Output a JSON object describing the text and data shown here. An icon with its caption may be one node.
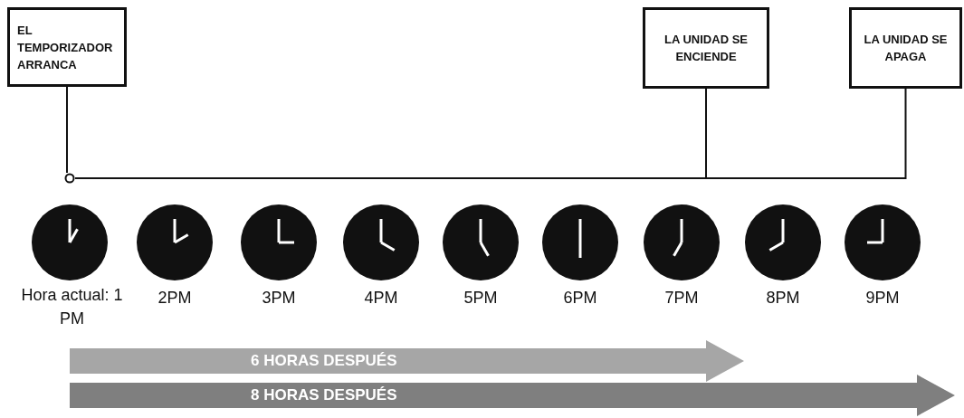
{
  "diagram": {
    "nodes": [
      {
        "text": [
          "EL TEMPORIZADOR ARRANCA"
        ]
      },
      {
        "text": [
          "LA UNIDAD SE ENCIENDE"
        ]
      },
      {
        "text": [
          "LA UNIDAD SE APAGA"
        ]
      },
      {
        "text": [],
        "shape": "circle"
      },
      {
        "text": [],
        "shape": "picture",
        "beside": [
          "Hora actual: 1 PM"
        ]
      },
      {
        "text": [],
        "shape": "picture",
        "beside": [
          "2PM"
        ]
      },
      {
        "text": [],
        "shape": "picture",
        "beside": [
          "3PM"
        ]
      },
      {
        "text": [],
        "shape": "picture",
        "beside": [
          "4PM"
        ]
      },
      {
        "text": [],
        "shape": "picture",
        "beside": [
          "5PM"
        ]
      },
      {
        "text": [],
        "shape": "picture",
        "beside": [
          "6PM"
        ]
      },
      {
        "text": [],
        "shape": "picture",
        "beside": [
          "7PM"
        ]
      },
      {
        "text": [],
        "shape": "picture",
        "beside": [
          "8PM"
        ]
      },
      {
        "text": [],
        "shape": "picture",
        "beside": [
          "9PM"
        ]
      },
      {
        "text": [
          "6 HORAS DESPUÉS"
        ]
      },
      {
        "text": [
          "8 HORAS DESPUÉS"
        ]
      }
    ],
    "edges": [
      {
        "from": 0,
        "to": 3,
        "arrow": "none"
      },
      {
        "from": 3,
        "to": 1,
        "arrow": "none"
      },
      {
        "from": 3,
        "to": 2,
        "arrow": "none"
      }
    ]
  }
}
